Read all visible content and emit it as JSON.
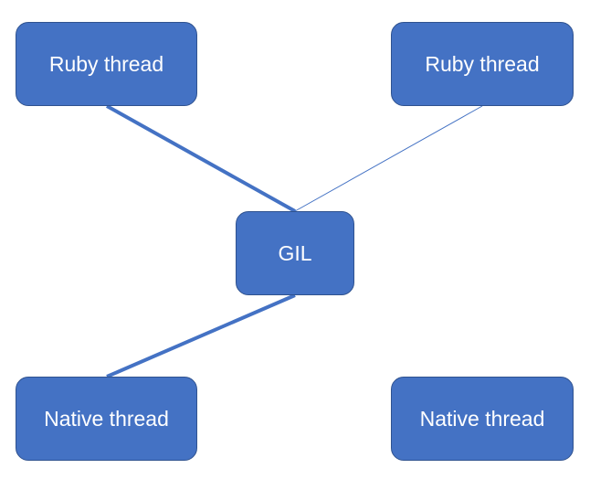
{
  "colors": {
    "node_fill": "#4472c4",
    "node_border": "#2f528f",
    "node_text": "#ffffff",
    "connector": "#4472c4"
  },
  "nodes": {
    "ruby_left": "Ruby thread",
    "ruby_right": "Ruby thread",
    "gil": "GIL",
    "native_left": "Native thread",
    "native_right": "Native thread"
  },
  "connections": [
    {
      "from": "ruby_left",
      "to": "gil",
      "style": "thick"
    },
    {
      "from": "ruby_right",
      "to": "gil",
      "style": "thin"
    },
    {
      "from": "gil",
      "to": "native_left",
      "style": "thick"
    }
  ]
}
